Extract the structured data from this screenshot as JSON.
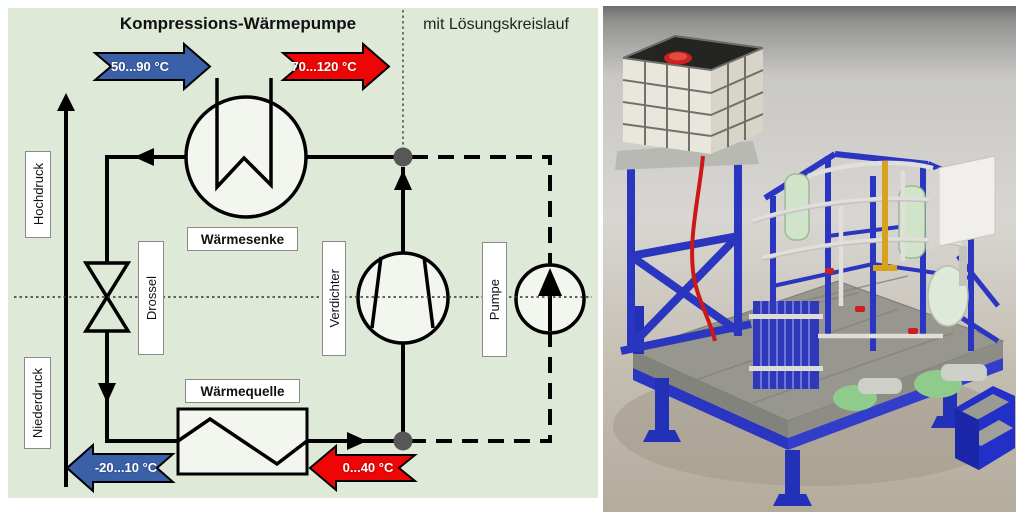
{
  "left_panel": {
    "title": "Kompressions-Wärmepumpe",
    "subtitle": "mit Lösungskreislauf",
    "pressure_labels": {
      "high": "Hochdruck",
      "low": "Niederdruck"
    },
    "components": {
      "heat_sink": "Wärmesenke",
      "heat_source": "Wärmequelle",
      "throttle": "Drossel",
      "compressor": "Verdichter",
      "pump": "Pumpe"
    },
    "temperature_arrows": {
      "sink_inlet": "50...90 °C",
      "sink_outlet": "70...120 °C",
      "source_outlet": "-20...10 °C",
      "source_inlet": "0...40 °C"
    },
    "colors": {
      "panel_bg": "#dfe9d8",
      "cold_arrow": "#3a61a8",
      "hot_arrow": "#ee0606",
      "line": "#000000",
      "junction": "#575757",
      "symbol_fill": "#f3f6ee"
    }
  },
  "right_panel": {
    "type": "3d-render",
    "colors": {
      "frame_blue": "#2a35c0",
      "deck_gray": "#97978f",
      "container_white": "#efede4",
      "cap_red": "#cc2020",
      "pipe_silver": "#e0dfdb",
      "pipe_yellow": "#d8a21c",
      "pump_green": "#8fcb8a",
      "floor_beige": "#b3ab9c"
    }
  }
}
